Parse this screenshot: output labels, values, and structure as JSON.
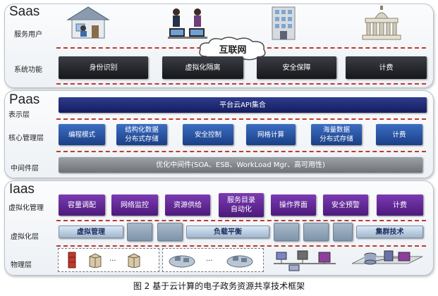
{
  "saas": {
    "title": "Saas",
    "users_label": "服务用户",
    "functions_label": "系统功能",
    "internet": "互联网",
    "functions": [
      "身份识别",
      "虚拟化隔离",
      "安全保障",
      "计费"
    ]
  },
  "paas": {
    "title": "Paas",
    "presentation_label": "表示层",
    "api_bar": "平台云API集合",
    "core_label": "核心管理层",
    "core": [
      "编程模式",
      "结构化数据\n分布式存储",
      "安全控制",
      "网格计算",
      "海量数据\n分布式存储",
      "计费"
    ],
    "middleware_label": "中间件层",
    "middleware_bar": "优化中间件(SOA、ESB、WorkLoad Mgr、高可用性)"
  },
  "iaas": {
    "title": "Iaas",
    "virt_mgmt_label": "虚拟化管理",
    "virt_mgmt": [
      "容量调配",
      "网络监控",
      "资源供给",
      "服务目录\n自动化",
      "操作界面",
      "安全预警",
      "计费"
    ],
    "virt_layer_label": "虚拟化层",
    "virt_layer": [
      "虚拟管理",
      "负载平衡",
      "集群技术"
    ],
    "physical_label": "物理层",
    "ellipsis": "..."
  },
  "caption": "图 2 基于云计算的电子政务资源共享技术框架",
  "colors": {
    "dark": "#1f2126",
    "navy": "#1b2570",
    "blue": "#2853a3",
    "purple": "#5f2593",
    "dash": "#c0392b"
  }
}
